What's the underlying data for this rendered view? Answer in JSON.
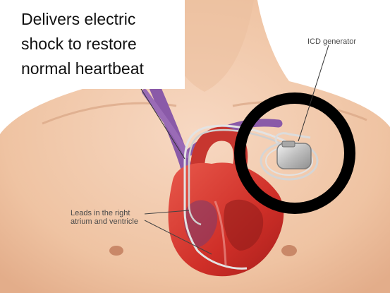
{
  "callout": {
    "line1": "Delivers electric",
    "line2": "shock to restore",
    "line3": "normal heartbeat"
  },
  "labels": {
    "icd_generator": "ICD generator",
    "leads_line1": "Leads in the right",
    "leads_line2": "atrium and ventricle"
  },
  "colors": {
    "skin": "#f2c7a8",
    "heart": "#d9372e",
    "vessel": "#8a5aa8",
    "highlight_ring": "#000000",
    "device": "#c9c9c9"
  }
}
